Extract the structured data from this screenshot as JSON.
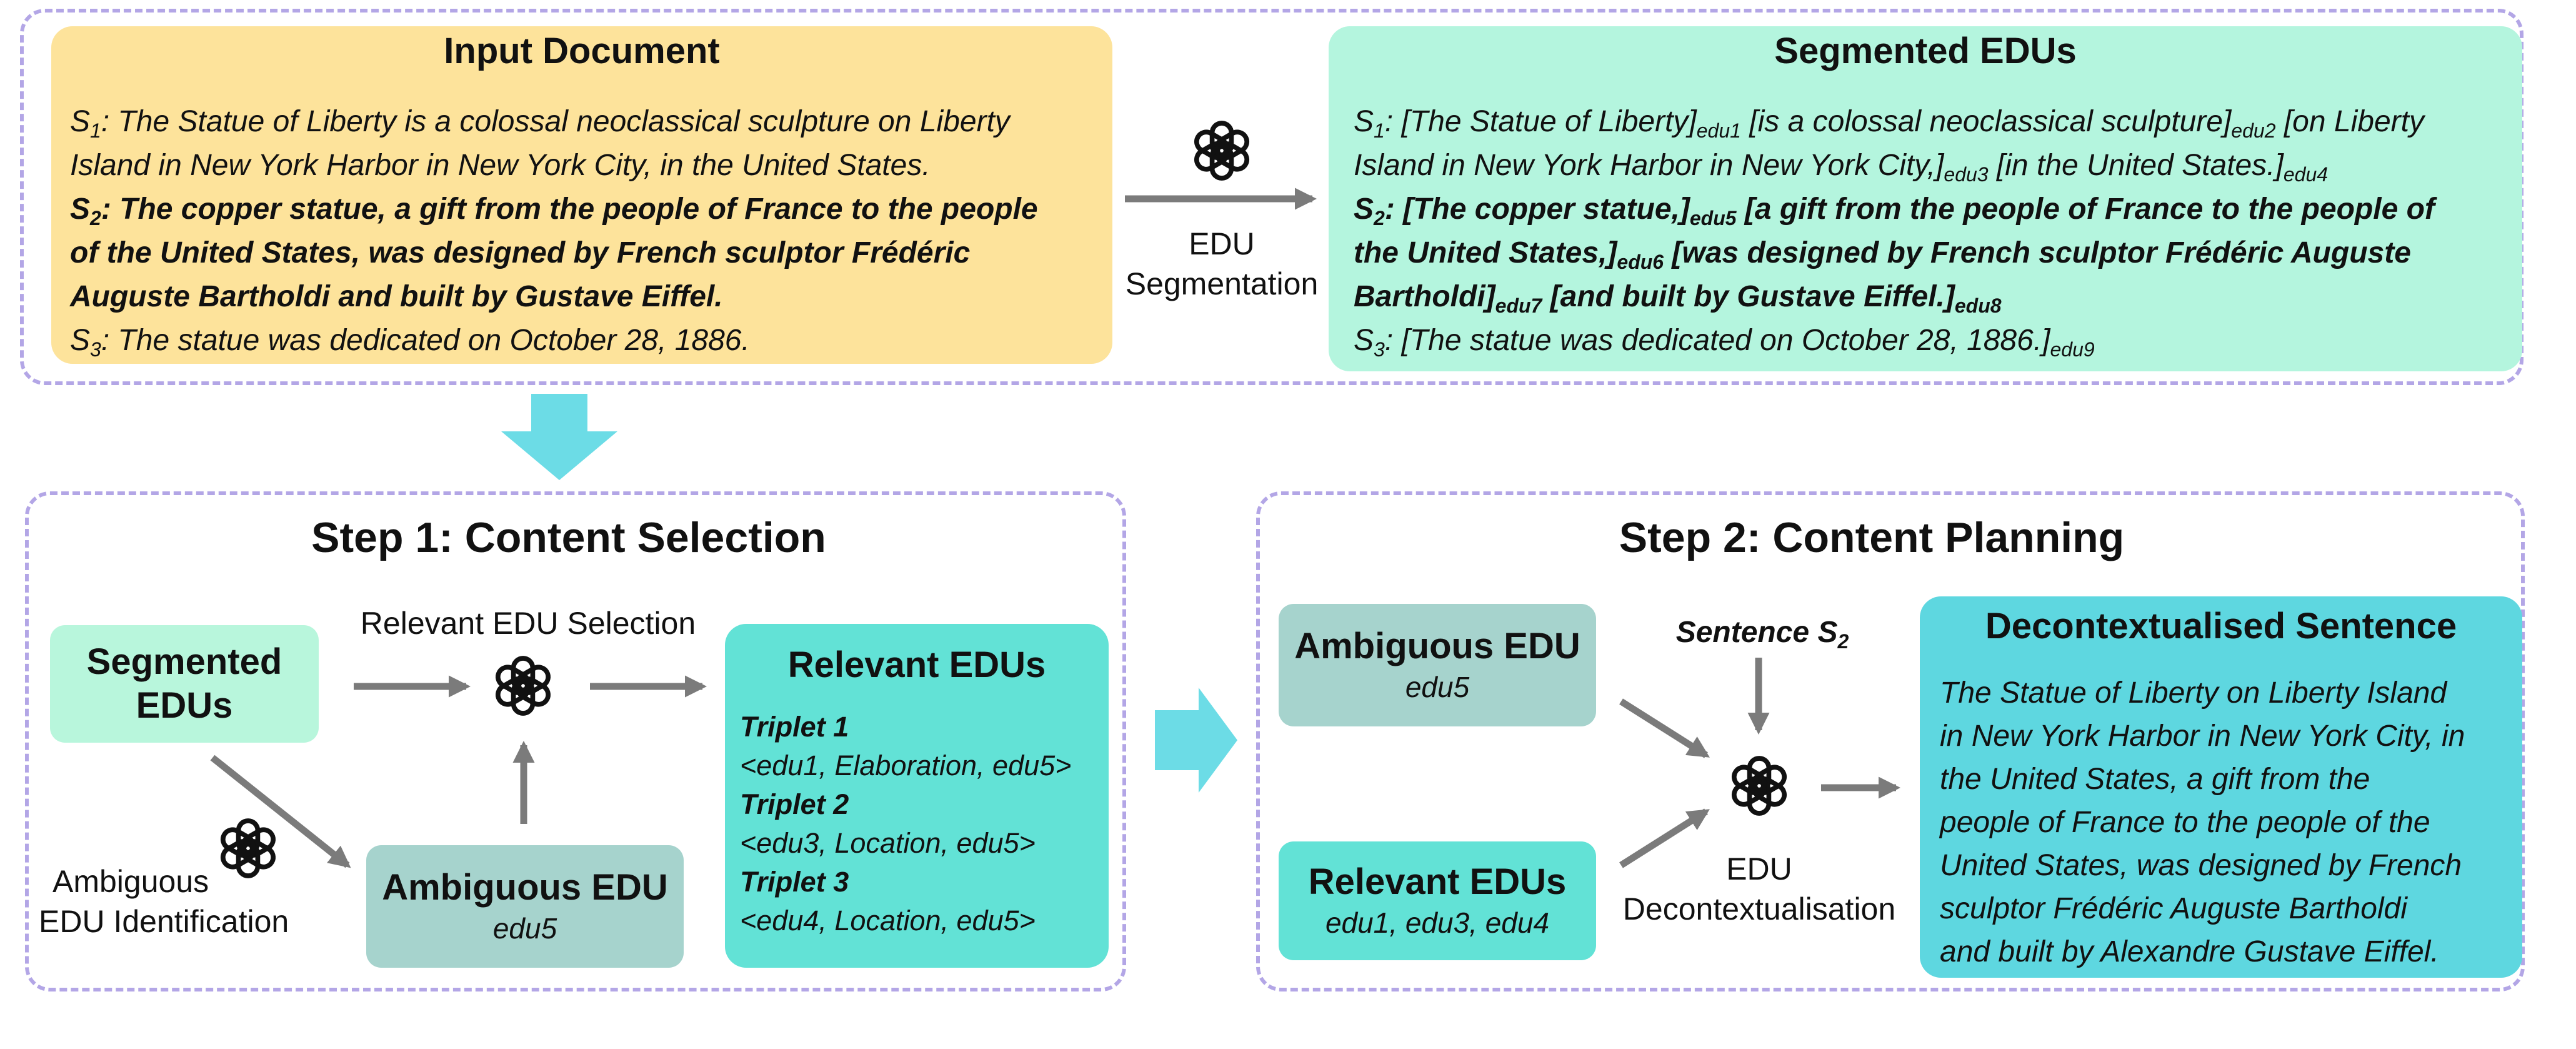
{
  "top": {
    "input_document": {
      "title": "Input Document",
      "s1": {
        "label": "S",
        "sub": "1",
        "text": ": The Statue of Liberty is a colossal neoclassical sculpture on Liberty",
        "text2": "Island in New York Harbor in New York City, in the United States."
      },
      "s2": {
        "label": "S",
        "sub": "2",
        "line1": ": The copper statue, a gift from the people of France to the people",
        "line2": "of the United States, was designed by French sculptor Frédéric",
        "line3": "Auguste Bartholdi and built by Gustave Eiffel."
      },
      "s3": {
        "label": "S",
        "sub": "3",
        "text": ": The statue was dedicated on October 28, 1886."
      }
    },
    "segmentation_label": {
      "line1": "EDU",
      "line2": "Segmentation"
    },
    "segmented_edus": {
      "title": "Segmented EDUs",
      "s1": {
        "label": "S",
        "sub": "1",
        "p1": ": [The Statue of Liberty]",
        "e1": "edu1",
        "p2": " [is a colossal neoclassical sculpture]",
        "e2": "edu2",
        "p3": " [on Liberty",
        "p4": "Island in New York Harbor in New York City,]",
        "e3": "edu3",
        "p5": " [in the United States.]",
        "e4": "edu4"
      },
      "s2": {
        "label": "S",
        "sub": "2",
        "p1": ": [The copper statue,]",
        "e5": "edu5",
        "p2": " [a gift from the people of France to the people of",
        "p3": "the United States,]",
        "e6": "edu6",
        "p4": " [was designed by French sculptor Frédéric Auguste",
        "p5": "Bartholdi]",
        "e7": "edu7",
        "p6": " [and built by Gustave Eiffel.]",
        "e8": "edu8"
      },
      "s3": {
        "label": "S",
        "sub": "3",
        "p1": ": [The statue was dedicated on October 28, 1886.]",
        "e9": "edu9"
      }
    }
  },
  "step1": {
    "title": "Step 1: Content Selection",
    "segmented_edus": {
      "line1": "Segmented",
      "line2": "EDUs"
    },
    "relevant_selection_label": "Relevant EDU Selection",
    "ambiguous_identification_label": {
      "line1": "Ambiguous",
      "line2": "EDU Identification"
    },
    "ambiguous_edu": {
      "title": "Ambiguous EDU",
      "value": "edu5"
    },
    "relevant_edus": {
      "title": "Relevant EDUs",
      "triplets": [
        {
          "name": "Triplet 1",
          "value": "<edu1, Elaboration, edu5>"
        },
        {
          "name": "Triplet 2",
          "value": "<edu3, Location, edu5>"
        },
        {
          "name": "Triplet 3",
          "value": "<edu4, Location, edu5>"
        }
      ]
    }
  },
  "step2": {
    "title": "Step 2: Content Planning",
    "ambiguous_edu": {
      "title": "Ambiguous EDU",
      "value": "edu5"
    },
    "relevant_edus": {
      "title": "Relevant EDUs",
      "value": "edu1, edu3, edu4"
    },
    "sentence_label": {
      "text": "Sentence S",
      "sub": "2"
    },
    "decontext_label": {
      "line1": "EDU",
      "line2": "Decontextualisation"
    },
    "decontextualised": {
      "title": "Decontextualised Sentence",
      "lines": [
        "The Statue of Liberty on Liberty Island",
        "in New York Harbor in New York City, in",
        "the United States, a gift from the",
        "people of France to the people of the",
        "United States, was designed by French",
        "sculptor Frédéric Auguste Bartholdi",
        "and built by Alexandre Gustave Eiffel."
      ]
    }
  },
  "icons": {
    "model": "openai-logo-icon"
  },
  "colors": {
    "input_bg": "#fde39b",
    "segmented_bg": "#b4f5de",
    "segmented_small_bg": "#b8f6dc",
    "relevant_bg": "#62e2d6",
    "ambiguous_bg": "#a6d3cd",
    "decontext_bg": "#5ed7e0",
    "frame": "#b3a6e6",
    "arrow": "#7b7b7b",
    "flow_arrow": "#6cdce6"
  }
}
